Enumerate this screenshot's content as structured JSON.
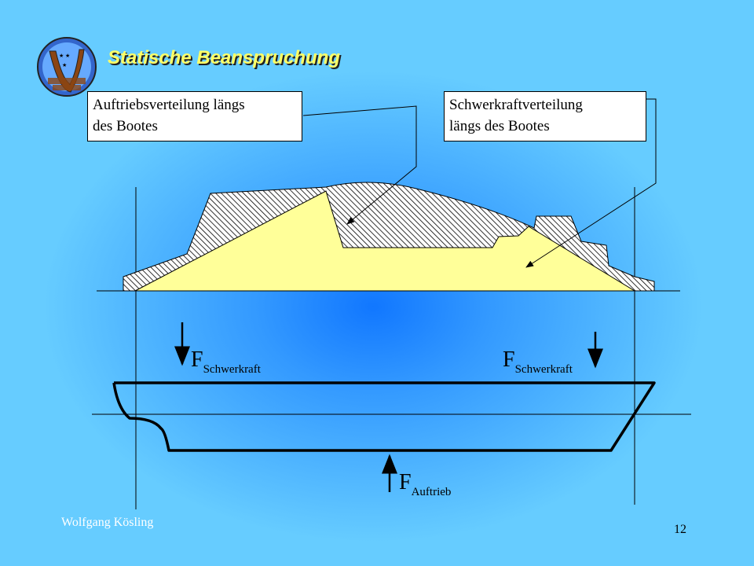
{
  "title": "Statische Beanspruchung",
  "labels": {
    "buoyancy_line1": "Auftriebsverteilung längs",
    "buoyancy_line2": "des Bootes",
    "gravity_line1": "Schwerkraftverteilung",
    "gravity_line2": "längs des Bootes"
  },
  "forces": {
    "f1_main": "F",
    "f1_sub": "Schwerkraft",
    "f2_main": "F",
    "f2_sub": "Schwerkraft",
    "f3_main": "F",
    "f3_sub": "Auftrieb"
  },
  "footer": {
    "author": "Wolfgang Kösling",
    "page": "12"
  },
  "colors": {
    "gravity_fill": "#ffff99",
    "background": "#66ccff",
    "title": "#ffff66"
  },
  "icons": {
    "logo": "organization-logo-badge"
  }
}
